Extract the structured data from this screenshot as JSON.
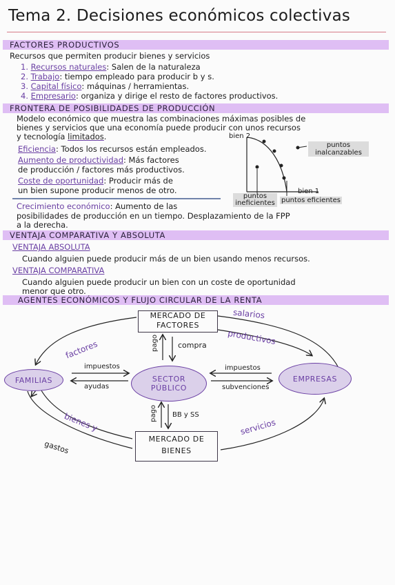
{
  "title": "Tema 2. Decisiones económicos colectivas",
  "sections": {
    "factores": {
      "heading": "FACTORES PRODUCTIVOS",
      "intro": "Recursos que permiten producir bienes y servicios",
      "items": [
        {
          "num": "1.",
          "name": "Recursos naturales",
          "desc": ": Salen de la naturaleza"
        },
        {
          "num": "2.",
          "name": "Trabajo",
          "desc": ": tiempo empleado para producir b y s."
        },
        {
          "num": "3.",
          "name": "Capital físico",
          "desc": ": máquinas / herramientas."
        },
        {
          "num": "4.",
          "name": "Empresario",
          "desc": ": organiza y dirige el resto de factores productivos."
        }
      ]
    },
    "frontera": {
      "heading": "FRONTERA DE POSIBILIDADES DE PRODUCCIÓN",
      "line1": "Modelo económico que muestra las combinaciones máximas posibles de",
      "line2": "bienes y servicios que una economía puede producir con unos recursos",
      "line3a": "y tecnología",
      "line3b": "limitados",
      "eficiencia_label": "Eficiencia",
      "eficiencia_text": ": Todos los recursos están empleados.",
      "aumento_label": "Aumento de productividad",
      "aumento_text1": ": Más factores",
      "aumento_text2": "de producción / factores más productivos.",
      "coste_label": "Coste de oportunidad",
      "coste_text1": ": Producir más de",
      "coste_text2": "un bien supone producir menos de otro.",
      "crecimiento_label": "Crecimiento económico",
      "crecimiento_text1": ": Aumento de las",
      "crecimiento_text2": "posibilidades de producción en un tiempo. Desplazamiento de la FPP",
      "crecimiento_text3": "a la derecha.",
      "graph": {
        "y_label": "bien 2",
        "x_label": "bien 1",
        "inalcanzables": "puntos inalcanzables",
        "ineficientes": "puntos ineficientes",
        "eficientes": "puntos eficientes"
      }
    },
    "ventaja": {
      "heading": "VENTAJA COMPARATIVA Y ABSOLUTA",
      "absoluta_label": "VENTAJA ABSOLUTA",
      "absoluta_text": "Cuando alguien puede producir más de un bien usando menos recursos.",
      "comparativa_label": "VENTAJA COMPARATIVA",
      "comparativa_text1": "Cuando alguien puede producir un bien con un coste de oportunidad",
      "comparativa_text2": "menor que otro."
    },
    "agentes": {
      "heading": "AGENTES ECONÓMICOS Y FLUJO CIRCULAR DE LA RENTA",
      "mercado_factores_1": "MERCADO DE",
      "mercado_factores_2": "FACTORES",
      "mercado_bienes_1": "MERCADO DE",
      "mercado_bienes_2": "BIENES",
      "familias": "FAMILIAS",
      "sector_1": "SECTOR",
      "sector_2": "PÚBLICO",
      "empresas": "EMPRESAS",
      "salarios": "salarios",
      "productivos": "productivos",
      "factores": "factores",
      "pago_top": "pago",
      "compra": "compra",
      "impuestos_left": "impuestos",
      "ayudas": "ayudas",
      "impuestos_right": "impuestos",
      "subvenciones": "subvenciones",
      "pago_bottom": "pago",
      "bbyss": "BB y SS",
      "bienes_y": "bienes y",
      "servicios": "servicios",
      "gastos": "gastos"
    }
  },
  "colors": {
    "highlight": "#d9b3f2",
    "ink_purple": "#6a3fa3",
    "ink_dark": "#1c1c1c"
  }
}
